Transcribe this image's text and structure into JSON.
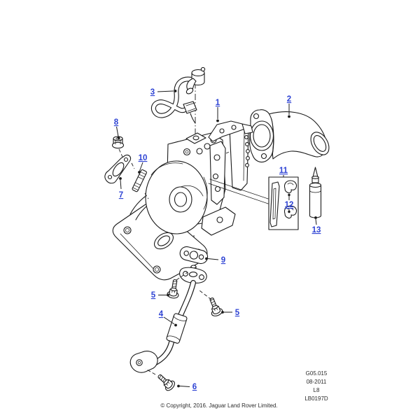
{
  "diagram": {
    "type": "exploded-parts-diagram",
    "subject": "turbocharger and related parts",
    "colors": {
      "callout_blue": "#2e43d4",
      "line_art": "#1a1a1a",
      "background": "#ffffff"
    },
    "callouts": {
      "c1": "1",
      "c2": "2",
      "c3": "3",
      "c4": "4",
      "c5a": "5",
      "c5b": "5",
      "c6": "6",
      "c7": "7",
      "c8": "8",
      "c9": "9",
      "c10": "10",
      "c11": "11",
      "c12": "12",
      "c13": "13"
    },
    "ref_block": {
      "line1": "G05.015",
      "line2": "08-2011",
      "line3": "L8",
      "line4": "LB0197D"
    },
    "copyright": "© Copyright, 2016. Jaguar Land Rover Limited."
  }
}
